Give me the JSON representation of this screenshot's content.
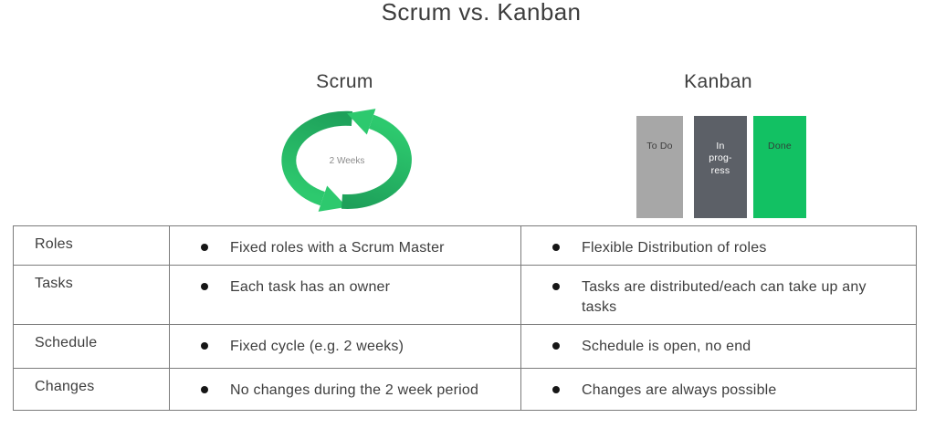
{
  "title": "Scrum vs. Kanban",
  "scrum": {
    "heading": "Scrum",
    "cycle_label": "2 Weeks"
  },
  "kanban": {
    "heading": "Kanban",
    "board_columns": [
      {
        "label": "To Do"
      },
      {
        "label": "In\nprog-\nress"
      },
      {
        "label": "Done"
      }
    ]
  },
  "comparison_table": {
    "rows": [
      {
        "label": "Roles",
        "scrum": "Fixed roles with a Scrum Master",
        "kanban": "Flexible Distribution of roles"
      },
      {
        "label": "Tasks",
        "scrum": "Each task has an owner",
        "kanban": "Tasks are distributed/each can take up any tasks"
      },
      {
        "label": "Schedule",
        "scrum": "Fixed cycle (e.g. 2 weeks)",
        "kanban": "Schedule is open, no end"
      },
      {
        "label": "Changes",
        "scrum": "No changes during the 2 week period",
        "kanban": "Changes are always possible"
      }
    ]
  },
  "colors": {
    "text": "#3d3d3d",
    "table_border": "#7b7b7b",
    "cycle_green_dark": "#1ea05a",
    "cycle_green_bright": "#2dc96e",
    "kanban_todo_bg": "#a7a7a7",
    "kanban_inprogress_bg": "#5c6067",
    "kanban_done_bg": "#12c163",
    "cycle_label_gray": "#8c8c8c"
  }
}
